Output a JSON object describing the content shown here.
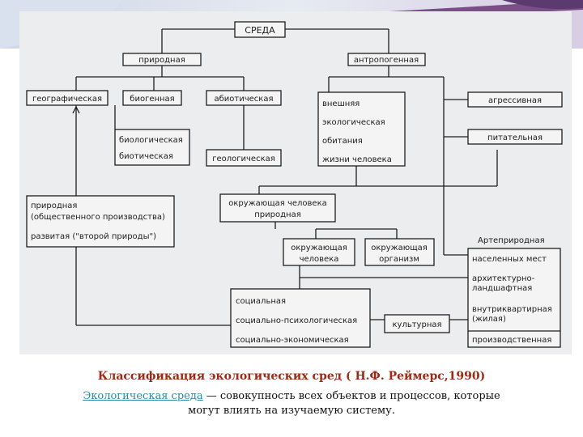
{
  "diagram": {
    "root": "СРЕДА",
    "natural": "природная",
    "anthropogenic": "антропогенная",
    "geographic": "географическая",
    "biogenic": "биогенная",
    "abiotic": "абиотическая",
    "biological": [
      "биологическая",
      "биотическая"
    ],
    "geological": "геологическая",
    "external": [
      "внешняя",
      "экологическая",
      "обитания",
      "жизни человека"
    ],
    "aggressive": "агрессивная",
    "nutritive": "питательная",
    "natural_social": [
      "природная",
      "(общественного производства)",
      "развитая (\"второй природы\")"
    ],
    "surrounding_natural": [
      "окружающая человека",
      "природная"
    ],
    "surrounding_human": [
      "окружающая",
      "человека"
    ],
    "surrounding_organism": [
      "окружающая",
      "организм"
    ],
    "social": [
      "социальная",
      "социально-психологическая",
      "социально-экономическая"
    ],
    "cultural": "культурная",
    "artenatural": "Артеприродная",
    "settlements": "населенных мест",
    "architectural": [
      "архитектурно-",
      "ландшафтная"
    ],
    "intraapartment": [
      "внутриквартирная",
      "(жилая)"
    ],
    "production": "производственная"
  },
  "caption": {
    "title": "Классификация экологических сред ( Н.Ф. Реймерс,1990)",
    "link_text": "Экологическая среда",
    "definition_rest": " — совокупность всех объектов и процессов, которые",
    "definition_line2": "могут влиять на изучаемую систему."
  }
}
